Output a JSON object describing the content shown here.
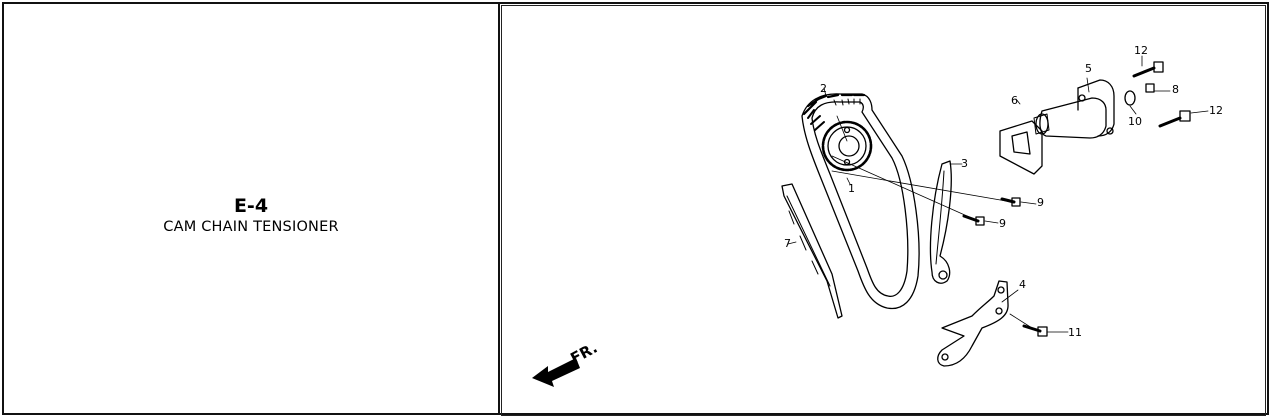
{
  "section": {
    "code": "E-4",
    "name": "CAM CHAIN TENSIONER"
  },
  "diagram": {
    "direction_label": "FR.",
    "callouts": {
      "c1": "1",
      "c2": "2",
      "c3": "3",
      "c4": "4",
      "c5": "5",
      "c6": "6",
      "c7": "7",
      "c8": "8",
      "c9a": "9",
      "c9b": "9",
      "c10": "10",
      "c11": "11",
      "c12a": "12",
      "c12b": "12"
    }
  }
}
